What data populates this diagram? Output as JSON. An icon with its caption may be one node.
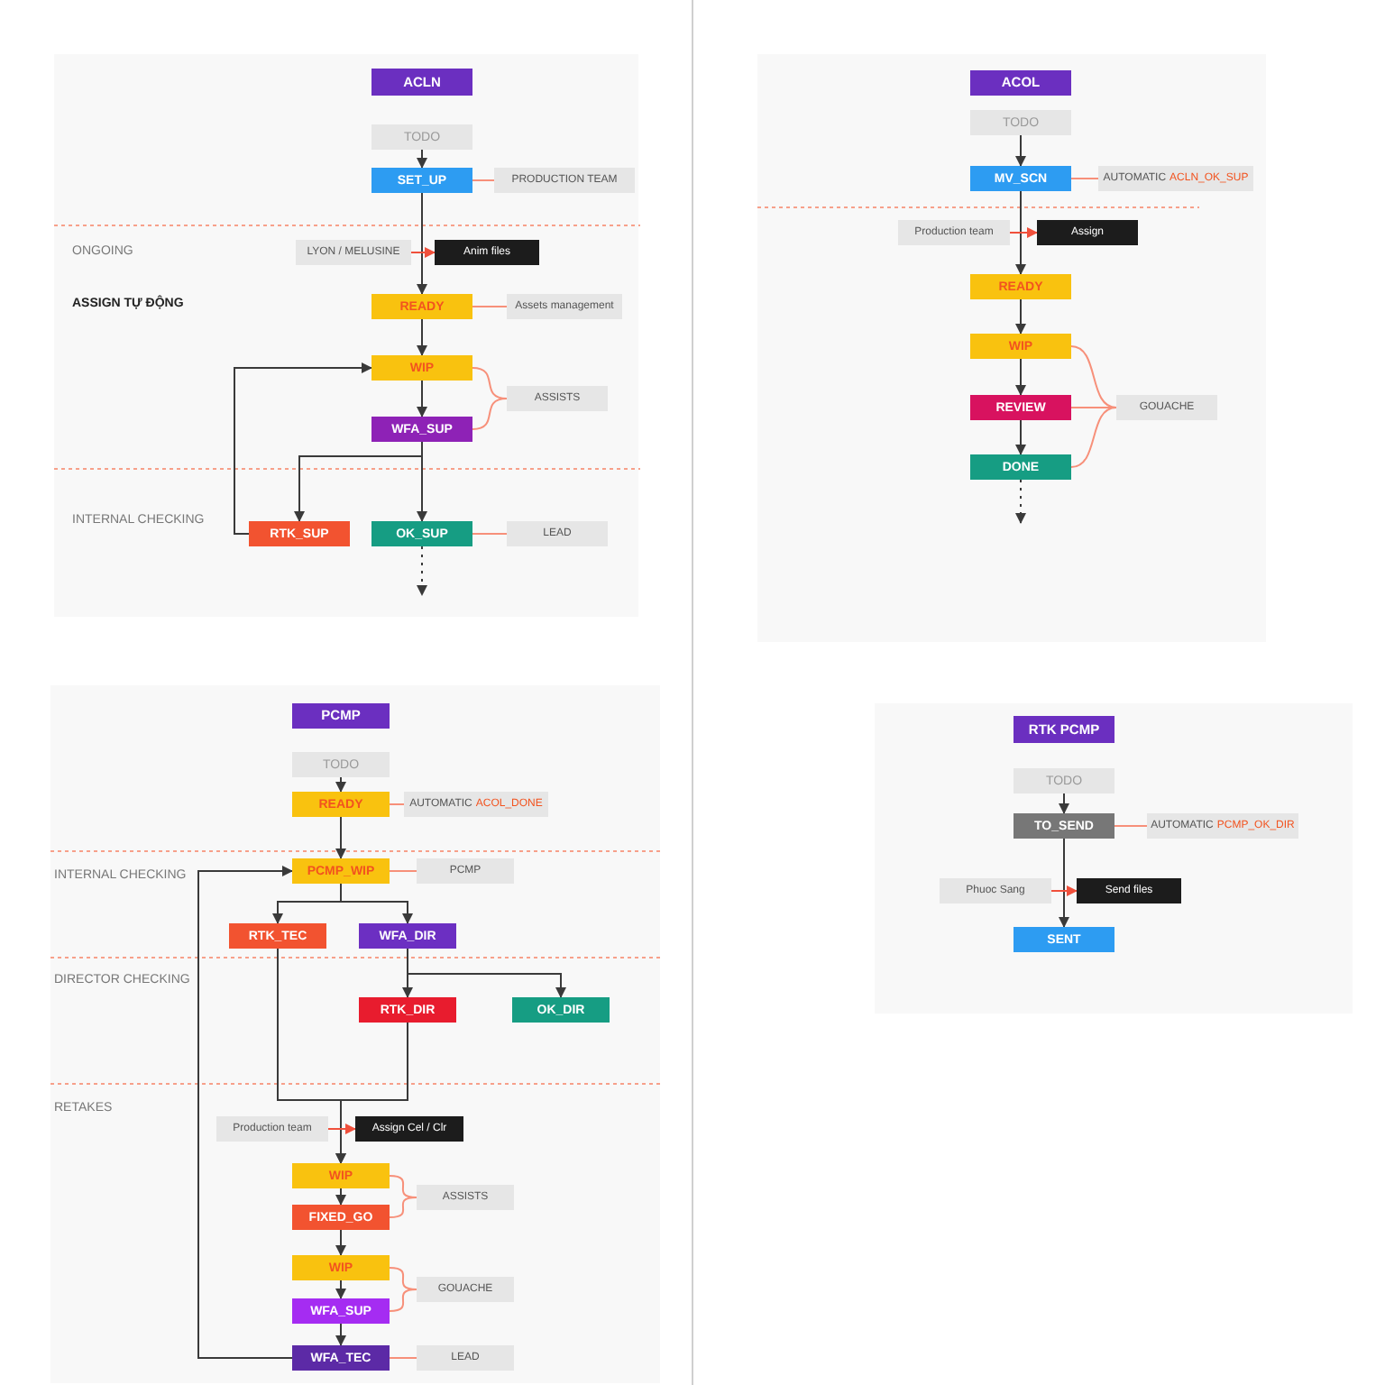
{
  "diagram": {
    "nodes": [
      {
        "text": [
          "ACLN"
        ]
      },
      {
        "text": [
          "TODO"
        ]
      },
      {
        "text": [
          "SET_UP"
        ]
      },
      {
        "text": [
          "PRODUCTION TEAM"
        ]
      },
      {
        "text": [
          "LYON / MELUSINE"
        ]
      },
      {
        "text": [
          "Anim files"
        ]
      },
      {
        "text": [
          "READY"
        ]
      },
      {
        "text": [
          "Assets management"
        ]
      },
      {
        "text": [
          "WIP"
        ]
      },
      {
        "text": [
          "ASSISTS"
        ]
      },
      {
        "text": [
          "WFA_SUP"
        ]
      },
      {
        "text": [
          "RTK_SUP"
        ]
      },
      {
        "text": [
          "OK_SUP"
        ]
      },
      {
        "text": [
          "LEAD"
        ]
      },
      {
        "text": [
          "ACOL"
        ]
      },
      {
        "text": [
          "TODO"
        ]
      },
      {
        "text": [
          "MV_SCN"
        ]
      },
      {
        "text": [
          "AUTOMATIC",
          "ACLN_OK_SUP"
        ]
      },
      {
        "text": [
          "Production team"
        ]
      },
      {
        "text": [
          "Assign"
        ]
      },
      {
        "text": [
          "READY"
        ]
      },
      {
        "text": [
          "WIP"
        ]
      },
      {
        "text": [
          "REVIEW"
        ]
      },
      {
        "text": [
          "GOUACHE"
        ]
      },
      {
        "text": [
          "DONE"
        ]
      },
      {
        "text": [
          "PCMP"
        ]
      },
      {
        "text": [
          "TODO"
        ]
      },
      {
        "text": [
          "READY"
        ]
      },
      {
        "text": [
          "AUTOMATIC",
          "ACOL_DONE"
        ]
      },
      {
        "text": [
          "PCMP_WIP"
        ]
      },
      {
        "text": [
          "PCMP"
        ]
      },
      {
        "text": [
          "RTK_TEC"
        ]
      },
      {
        "text": [
          "WFA_DIR"
        ]
      },
      {
        "text": [
          "RTK_DIR"
        ]
      },
      {
        "text": [
          "OK_DIR"
        ]
      },
      {
        "text": [
          "Production team"
        ]
      },
      {
        "text": [
          "Assign Cel / Clr"
        ]
      },
      {
        "text": [
          "WIP"
        ]
      },
      {
        "text": [
          "FIXED_GO"
        ]
      },
      {
        "text": [
          "ASSISTS"
        ]
      },
      {
        "text": [
          "WIP"
        ]
      },
      {
        "text": [
          "WFA_SUP"
        ]
      },
      {
        "text": [
          "GOUACHE"
        ]
      },
      {
        "text": [
          "WFA_TEC"
        ]
      },
      {
        "text": [
          "LEAD"
        ]
      },
      {
        "text": [
          "RTK PCMP"
        ]
      },
      {
        "text": [
          "TODO"
        ]
      },
      {
        "text": [
          "TO_SEND"
        ]
      },
      {
        "text": [
          "AUTOMATIC",
          "PCMP_OK_DIR"
        ]
      },
      {
        "text": [
          "Phuoc Sang"
        ]
      },
      {
        "text": [
          "Send files"
        ]
      },
      {
        "text": [
          "SENT"
        ]
      }
    ],
    "edges": [
      {
        "from": 1,
        "to": 2,
        "arrow": "to"
      },
      {
        "from": 2,
        "to": 6,
        "arrow": "to"
      },
      {
        "from": 2,
        "to": 3,
        "arrow": "none",
        "color": "#f7907a"
      },
      {
        "from": 4,
        "to": 5,
        "arrow": "to",
        "color": "#f0503c"
      },
      {
        "from": 6,
        "to": 7,
        "arrow": "none",
        "color": "#f7907a"
      },
      {
        "from": 6,
        "to": 8,
        "arrow": "to"
      },
      {
        "from": 8,
        "to": 10,
        "arrow": "to"
      },
      {
        "from": 8,
        "to": 9,
        "arrow": "none",
        "color": "#f7907a"
      },
      {
        "from": 10,
        "to": 9,
        "arrow": "none",
        "color": "#f7907a"
      },
      {
        "from": 10,
        "to": 12,
        "arrow": "to"
      },
      {
        "from": 10,
        "to": 11,
        "arrow": "to"
      },
      {
        "from": 11,
        "to": 8,
        "arrow": "to"
      },
      {
        "from": 12,
        "to": null,
        "arrow": "to",
        "style": "dashed"
      },
      {
        "from": 12,
        "to": 13,
        "arrow": "none",
        "color": "#f7907a"
      },
      {
        "from": 15,
        "to": 16,
        "arrow": "to"
      },
      {
        "from": 16,
        "to": 17,
        "arrow": "none",
        "color": "#f7907a"
      },
      {
        "from": 16,
        "to": 20,
        "arrow": "to"
      },
      {
        "from": 18,
        "to": 19,
        "arrow": "to",
        "color": "#f0503c"
      },
      {
        "from": 20,
        "to": 21,
        "arrow": "to"
      },
      {
        "from": 21,
        "to": 22,
        "arrow": "to"
      },
      {
        "from": 22,
        "to": 24,
        "arrow": "to"
      },
      {
        "from": 21,
        "to": 23,
        "arrow": "none",
        "color": "#f7907a"
      },
      {
        "from": 22,
        "to": 23,
        "arrow": "none",
        "color": "#f7907a"
      },
      {
        "from": 24,
        "to": 23,
        "arrow": "none",
        "color": "#f7907a"
      },
      {
        "from": 24,
        "to": null,
        "arrow": "to",
        "style": "dashed"
      },
      {
        "from": 26,
        "to": 27,
        "arrow": "to"
      },
      {
        "from": 27,
        "to": 28,
        "arrow": "none",
        "color": "#f7907a"
      },
      {
        "from": 27,
        "to": 29,
        "arrow": "to"
      },
      {
        "from": 29,
        "to": 30,
        "arrow": "none",
        "color": "#f7907a"
      },
      {
        "from": 29,
        "to": 31,
        "arrow": "to"
      },
      {
        "from": 29,
        "to": 32,
        "arrow": "to"
      },
      {
        "from": 32,
        "to": 33,
        "arrow": "to"
      },
      {
        "from": 32,
        "to": 34,
        "arrow": "to"
      },
      {
        "from": 31,
        "to": 37,
        "arrow": "to"
      },
      {
        "from": 33,
        "to": 37,
        "arrow": "to"
      },
      {
        "from": 35,
        "to": 36,
        "arrow": "to",
        "color": "#f0503c"
      },
      {
        "from": 37,
        "to": 38,
        "arrow": "to"
      },
      {
        "from": 37,
        "to": 39,
        "arrow": "none",
        "color": "#f7907a"
      },
      {
        "from": 38,
        "to": 39,
        "arrow": "none",
        "color": "#f7907a"
      },
      {
        "from": 38,
        "to": 40,
        "arrow": "to"
      },
      {
        "from": 40,
        "to": 41,
        "arrow": "to"
      },
      {
        "from": 40,
        "to": 42,
        "arrow": "none",
        "color": "#f7907a"
      },
      {
        "from": 41,
        "to": 42,
        "arrow": "none",
        "color": "#f7907a"
      },
      {
        "from": 41,
        "to": 43,
        "arrow": "to"
      },
      {
        "from": 43,
        "to": 44,
        "arrow": "none",
        "color": "#f7907a"
      },
      {
        "from": 43,
        "to": 29,
        "arrow": "to"
      },
      {
        "from": 46,
        "to": 47,
        "arrow": "to"
      },
      {
        "from": 47,
        "to": 48,
        "arrow": "none",
        "color": "#f7907a"
      },
      {
        "from": 47,
        "to": 51,
        "arrow": "to"
      },
      {
        "from": 49,
        "to": 50,
        "arrow": "to",
        "color": "#f0503c"
      }
    ],
    "labels": [
      "ONGOING",
      "ASSIGN TỰ ĐỘNG",
      "INTERNAL CHECKING",
      "INTERNAL CHECKING",
      "DIRECTOR CHECKING",
      "RETAKES"
    ]
  }
}
